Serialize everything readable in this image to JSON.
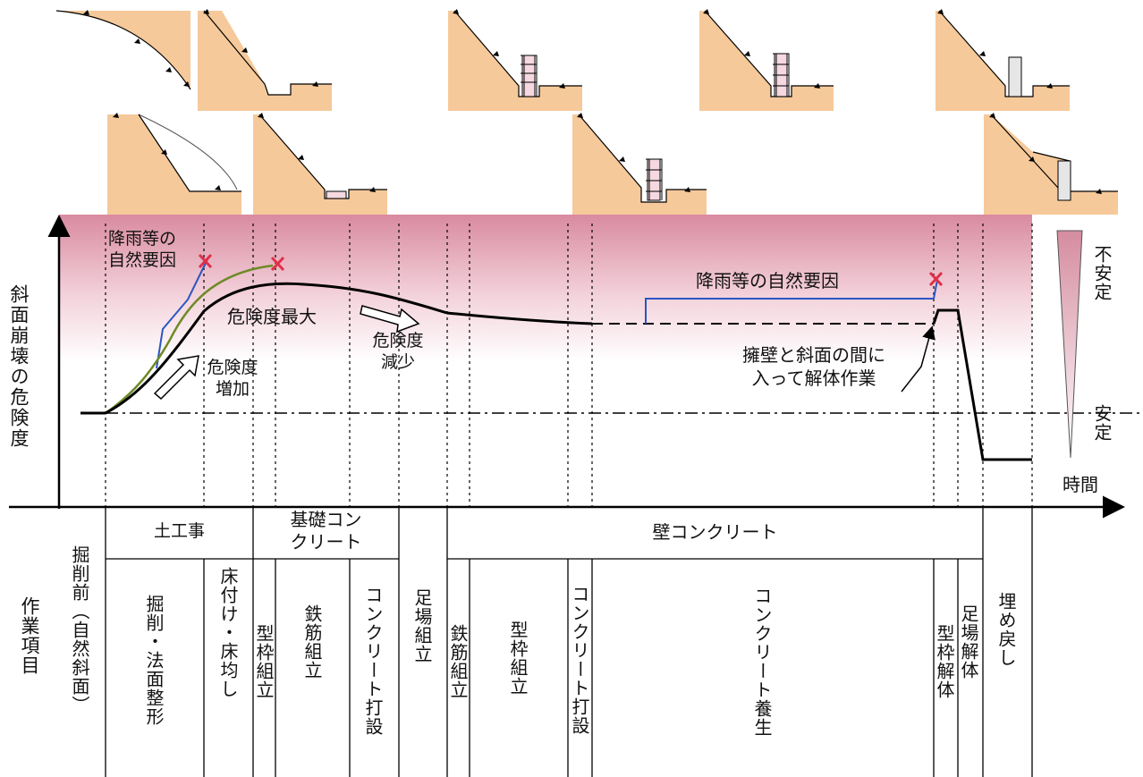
{
  "colors": {
    "soil": "#f6c99a",
    "soil_edge": "#e6b584",
    "danger_gradient_top": "#d98aa0",
    "danger_gradient_bottom": "#ffffff",
    "rain_line": "#2a55c4",
    "green_line": "#6e8a28",
    "main_line": "#000000",
    "peak_marker": "#e0304a"
  },
  "y_axis": {
    "label": "斜面崩壊の危険度"
  },
  "x_axis": {
    "label": "時間"
  },
  "annotations": {
    "rain_left": "降雨等の\n自然要因",
    "peak": "危険度最大",
    "increase": "危険度\n増加",
    "decrease": "危険度\n減少",
    "rain_right": "降雨等の自然要因",
    "demolition": "擁壁と斜面の間に\n入って解体作業"
  },
  "scale": {
    "top_label": "不安定",
    "bottom_label": "安定"
  },
  "groups": {
    "earthwork": "土工事",
    "foundation": "基礎コン\nクリート",
    "wall": "壁コンクリート"
  },
  "work_row_label": "作業項目",
  "work_items": [
    "掘削前（自然斜面）",
    "掘削・法面整形",
    "床付け・床均し",
    "型枠組立",
    "鉄筋組立",
    "コンクリート打設",
    "足場組立",
    "鉄筋組立",
    "型枠組立",
    "コンクリート打設",
    "コンクリート養生",
    "型枠解体",
    "足場解体",
    "埋め戻し"
  ],
  "stage_illustrations": [
    "natural-slope",
    "excavated-slope",
    "slope-with-scaffold-and-wall",
    "wall-with-formwork",
    "completed-wall",
    "slope-failure",
    "foundation-concrete",
    "wall-with-scaffold-tall",
    "backfilled-wall"
  ]
}
